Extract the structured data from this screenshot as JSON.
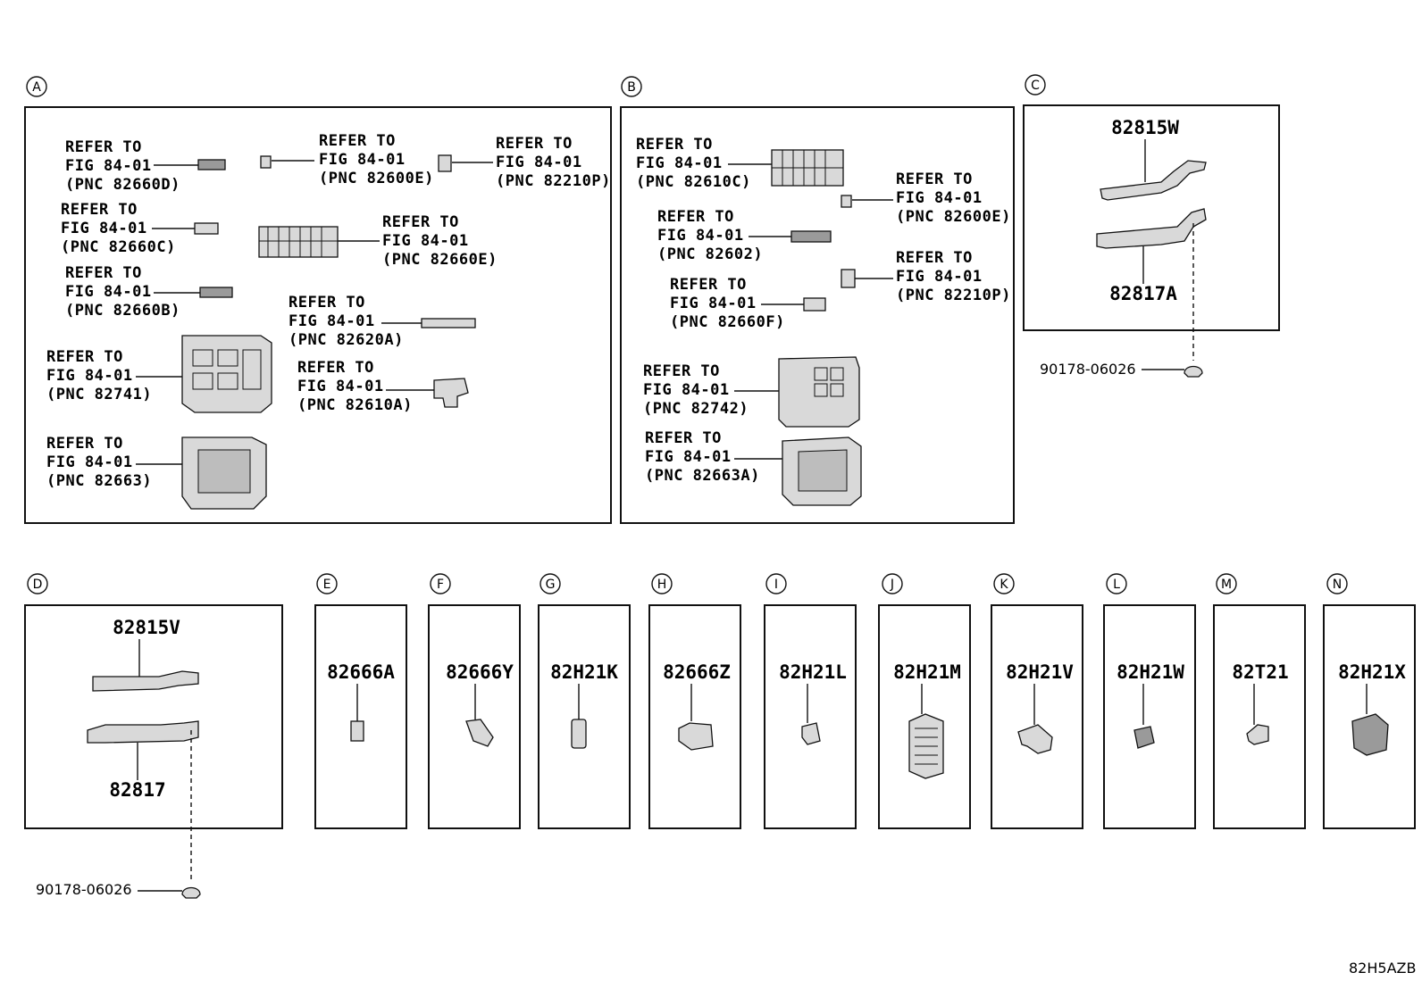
{
  "panels": {
    "A": {
      "letter": "A",
      "refs": [
        {
          "l1": "REFER TO",
          "l2": "FIG 84-01",
          "l3": "(PNC 82660D)"
        },
        {
          "l1": "REFER TO",
          "l2": "FIG 84-01",
          "l3": "(PNC 82600E)"
        },
        {
          "l1": "REFER TO",
          "l2": "FIG 84-01",
          "l3": "(PNC 82210P)"
        },
        {
          "l1": "REFER TO",
          "l2": "FIG 84-01",
          "l3": "(PNC 82660C)"
        },
        {
          "l1": "REFER TO",
          "l2": "FIG 84-01",
          "l3": "(PNC 82660E)"
        },
        {
          "l1": "REFER TO",
          "l2": "FIG 84-01",
          "l3": "(PNC 82660B)"
        },
        {
          "l1": "REFER TO",
          "l2": "FIG 84-01",
          "l3": "(PNC 82620A)"
        },
        {
          "l1": "REFER TO",
          "l2": "FIG 84-01",
          "l3": "(PNC 82741)"
        },
        {
          "l1": "REFER TO",
          "l2": "FIG 84-01",
          "l3": "(PNC 82610A)"
        },
        {
          "l1": "REFER TO",
          "l2": "FIG 84-01",
          "l3": "(PNC 82663)"
        }
      ]
    },
    "B": {
      "letter": "B",
      "refs": [
        {
          "l1": "REFER TO",
          "l2": "FIG 84-01",
          "l3": "(PNC 82610C)"
        },
        {
          "l1": "REFER TO",
          "l2": "FIG 84-01",
          "l3": "(PNC 82600E)"
        },
        {
          "l1": "REFER TO",
          "l2": "FIG 84-01",
          "l3": "(PNC 82602)"
        },
        {
          "l1": "REFER TO",
          "l2": "FIG 84-01",
          "l3": "(PNC 82210P)"
        },
        {
          "l1": "REFER TO",
          "l2": "FIG 84-01",
          "l3": "(PNC 82660F)"
        },
        {
          "l1": "REFER TO",
          "l2": "FIG 84-01",
          "l3": "(PNC 82742)"
        },
        {
          "l1": "REFER TO",
          "l2": "FIG 84-01",
          "l3": "(PNC 82663A)"
        }
      ]
    },
    "C": {
      "letter": "C",
      "top": "82815W",
      "bottom": "82817A",
      "clip": "90178-06026"
    },
    "D": {
      "letter": "D",
      "top": "82815V",
      "bottom": "82817",
      "clip": "90178-06026"
    },
    "small": [
      {
        "letter": "E",
        "pn": "82666A"
      },
      {
        "letter": "F",
        "pn": "82666Y"
      },
      {
        "letter": "G",
        "pn": "82H21K"
      },
      {
        "letter": "H",
        "pn": "82666Z"
      },
      {
        "letter": "I",
        "pn": "82H21L"
      },
      {
        "letter": "J",
        "pn": "82H21M"
      },
      {
        "letter": "K",
        "pn": "82H21V"
      },
      {
        "letter": "L",
        "pn": "82H21W"
      },
      {
        "letter": "M",
        "pn": "82T21"
      },
      {
        "letter": "N",
        "pn": "82H21X"
      }
    ]
  },
  "diagram_code": "82H5AZB"
}
